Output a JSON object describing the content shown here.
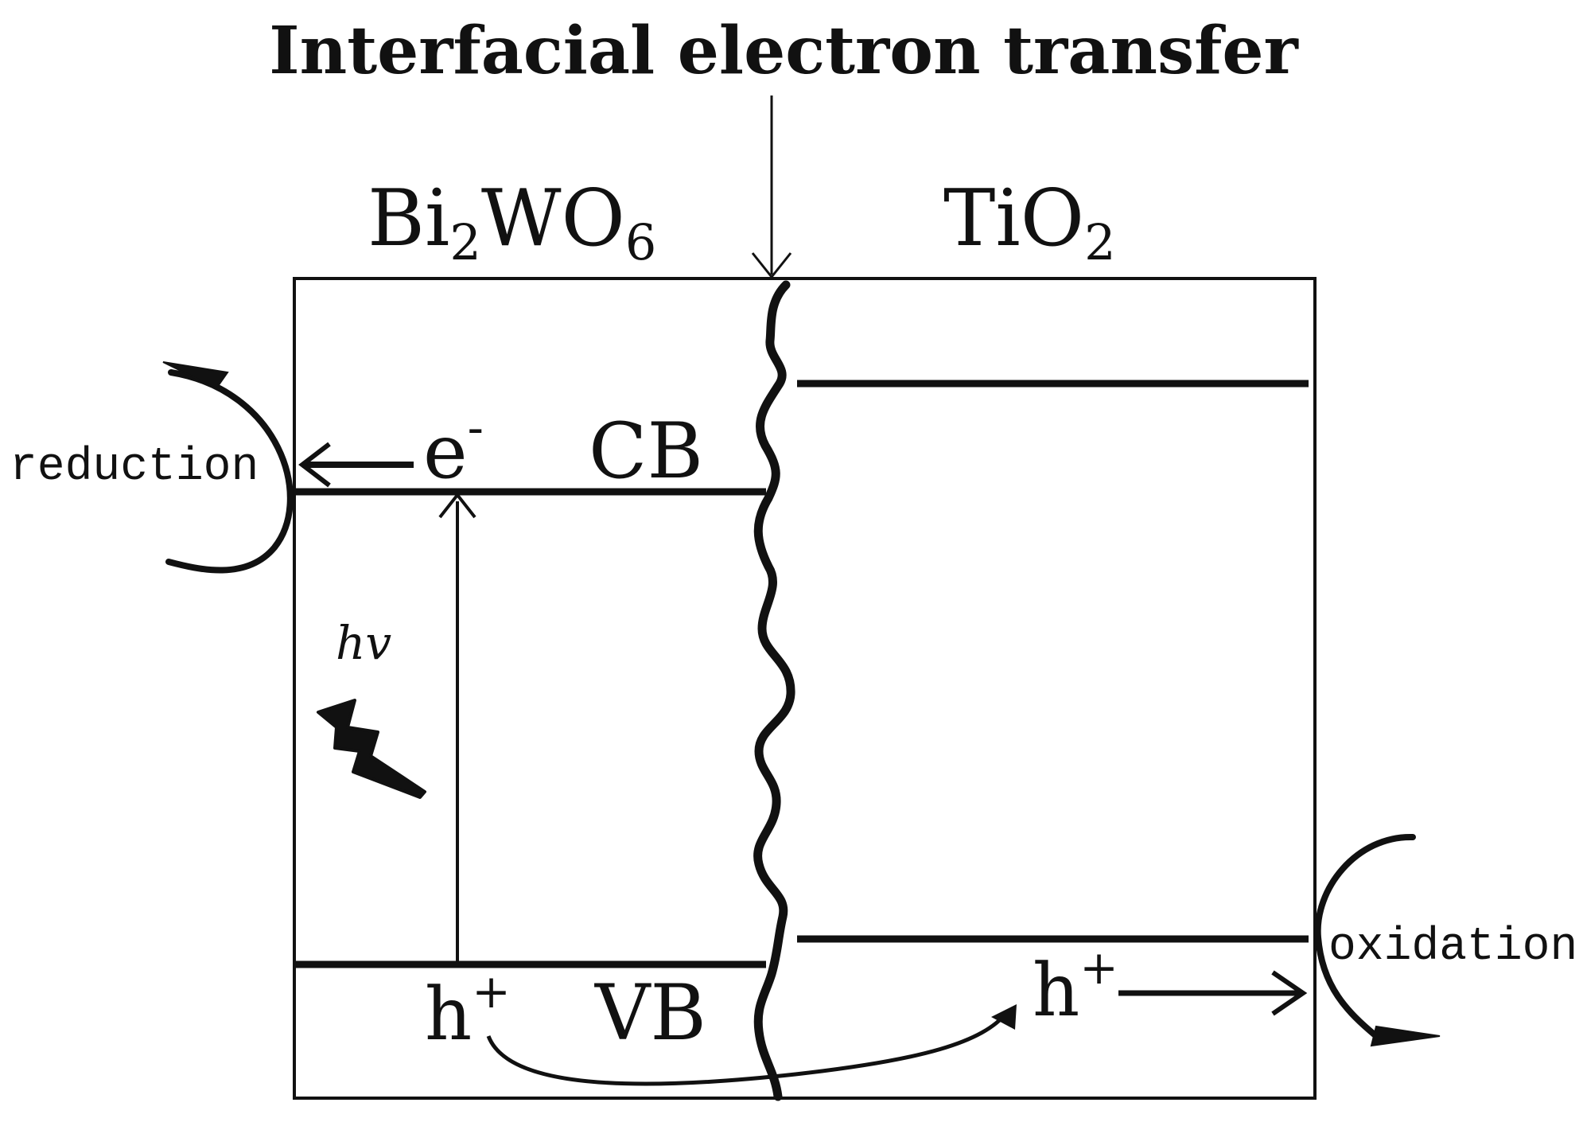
{
  "title": "Interfacial electron transfer",
  "materials": {
    "left_base": "Bi",
    "left_sub1": "2",
    "left_mid": "WO",
    "left_sub2": "6",
    "right_base": "TiO",
    "right_sub": "2"
  },
  "bands": {
    "cb": "CB",
    "vb": "VB"
  },
  "carriers": {
    "electron_base": "e",
    "electron_sup": "-",
    "hole_base": "h",
    "hole_sup": "+"
  },
  "photon": "hv",
  "processes": {
    "reduction": "reduction",
    "oxidation": "oxidation"
  },
  "colors": {
    "ink": "#111111",
    "background": "#ffffff"
  }
}
